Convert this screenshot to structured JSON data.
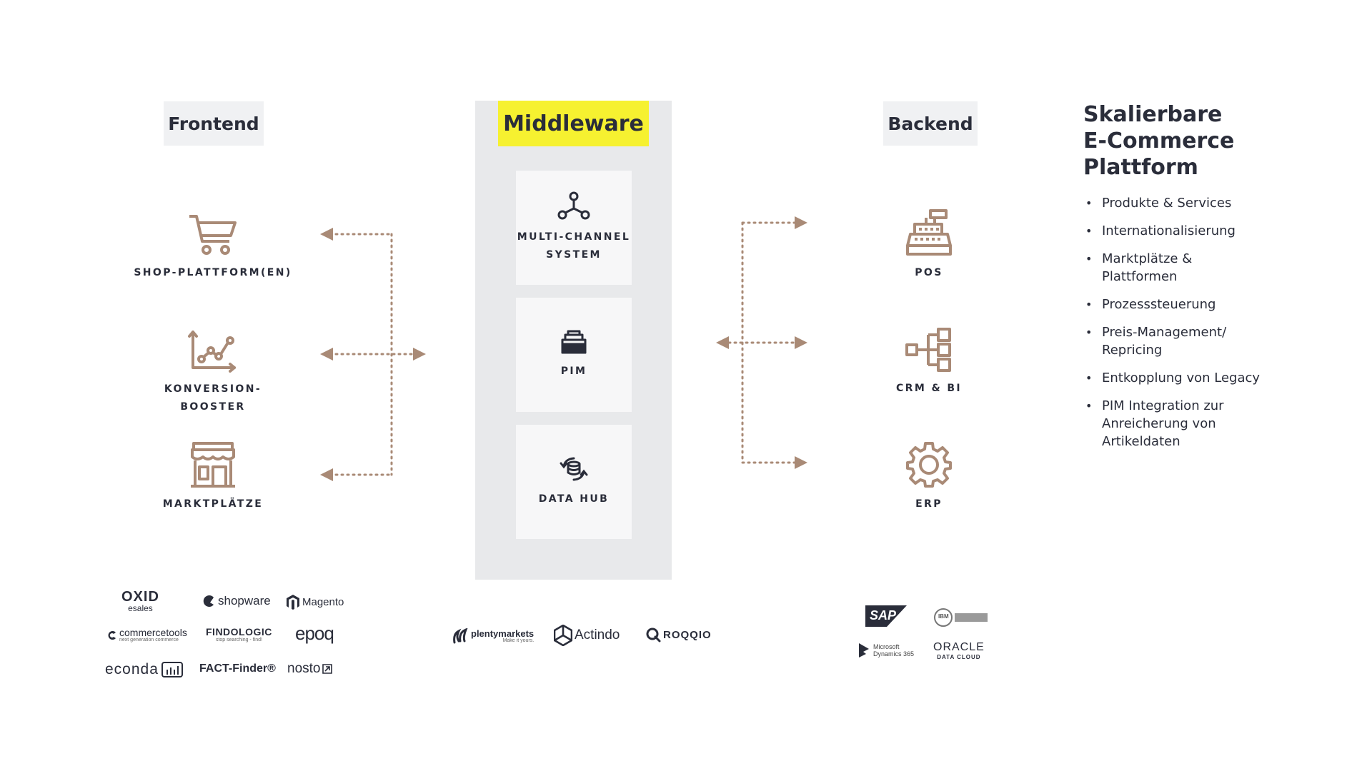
{
  "frontend": {
    "header": "Frontend",
    "items": [
      {
        "label": "SHOP-PLATTFORM(EN)",
        "icon": "shopping-cart-icon"
      },
      {
        "label_line1": "KONVERSION-",
        "label_line2": "BOOSTER",
        "icon": "growth-chart-icon"
      },
      {
        "label": "MARKTPLÄTZE",
        "icon": "storefront-icon"
      }
    ]
  },
  "middleware": {
    "header": "Middleware",
    "cards": [
      {
        "label_line1": "MULTI-CHANNEL",
        "label_line2": "SYSTEM",
        "icon": "network-nodes-icon"
      },
      {
        "label": "PIM",
        "icon": "inbox-stack-icon"
      },
      {
        "label": "DATA HUB",
        "icon": "database-sync-icon"
      }
    ]
  },
  "backend": {
    "header": "Backend",
    "items": [
      {
        "label": "POS",
        "icon": "cash-register-icon"
      },
      {
        "label": "CRM & BI",
        "icon": "hierarchy-blocks-icon"
      },
      {
        "label": "ERP",
        "icon": "gear-icon"
      }
    ]
  },
  "panel": {
    "title_line1": "Skalierbare",
    "title_line2": "E-Commerce",
    "title_line3": "Plattform",
    "bullet": "•",
    "items": [
      {
        "line1": "Produkte & Services"
      },
      {
        "line1": "Internationalisierung"
      },
      {
        "line1": "Marktplätze &",
        "line2": "Plattformen"
      },
      {
        "line1": "Prozesssteuerung"
      },
      {
        "line1": "Preis-Management/",
        "line2": "Repricing"
      },
      {
        "line1": "Entkopplung von Legacy"
      },
      {
        "line1": "PIM Integration zur",
        "line2": "Anreicherung von",
        "line3": "Artikeldaten"
      }
    ]
  },
  "logos": {
    "frontend": {
      "oxid": "OXID",
      "oxid_sub": "esales",
      "shopware": "shopware",
      "magento": "Magento",
      "commercetools": "commercetools",
      "commercetools_sub": "next generation commerce",
      "findologic": "FINDOLOGIC",
      "findologic_sub": "stop searching - find!",
      "epoq": "epoq",
      "econda": "econda",
      "factfinder": "FACT-Finder®",
      "nosto": "nosto"
    },
    "middleware": {
      "plentymarkets": "plentymarkets",
      "plentymarkets_sub": "Make it yours.",
      "actindo": "Actindo",
      "roqqio": "ROQQIO"
    },
    "backend": {
      "sap": "SAP",
      "ibm": "IBM",
      "microsoft_line1": "Microsoft",
      "microsoft_line2": "Dynamics 365",
      "oracle": "ORACLE",
      "oracle_sub": "DATA CLOUD"
    }
  },
  "colors": {
    "accent_yellow": "#f6f130",
    "connector_brown": "#a98a76",
    "panel_gray": "#e8e9eb",
    "header_gray": "#f0f1f3",
    "text_dark": "#2a2d3a"
  }
}
